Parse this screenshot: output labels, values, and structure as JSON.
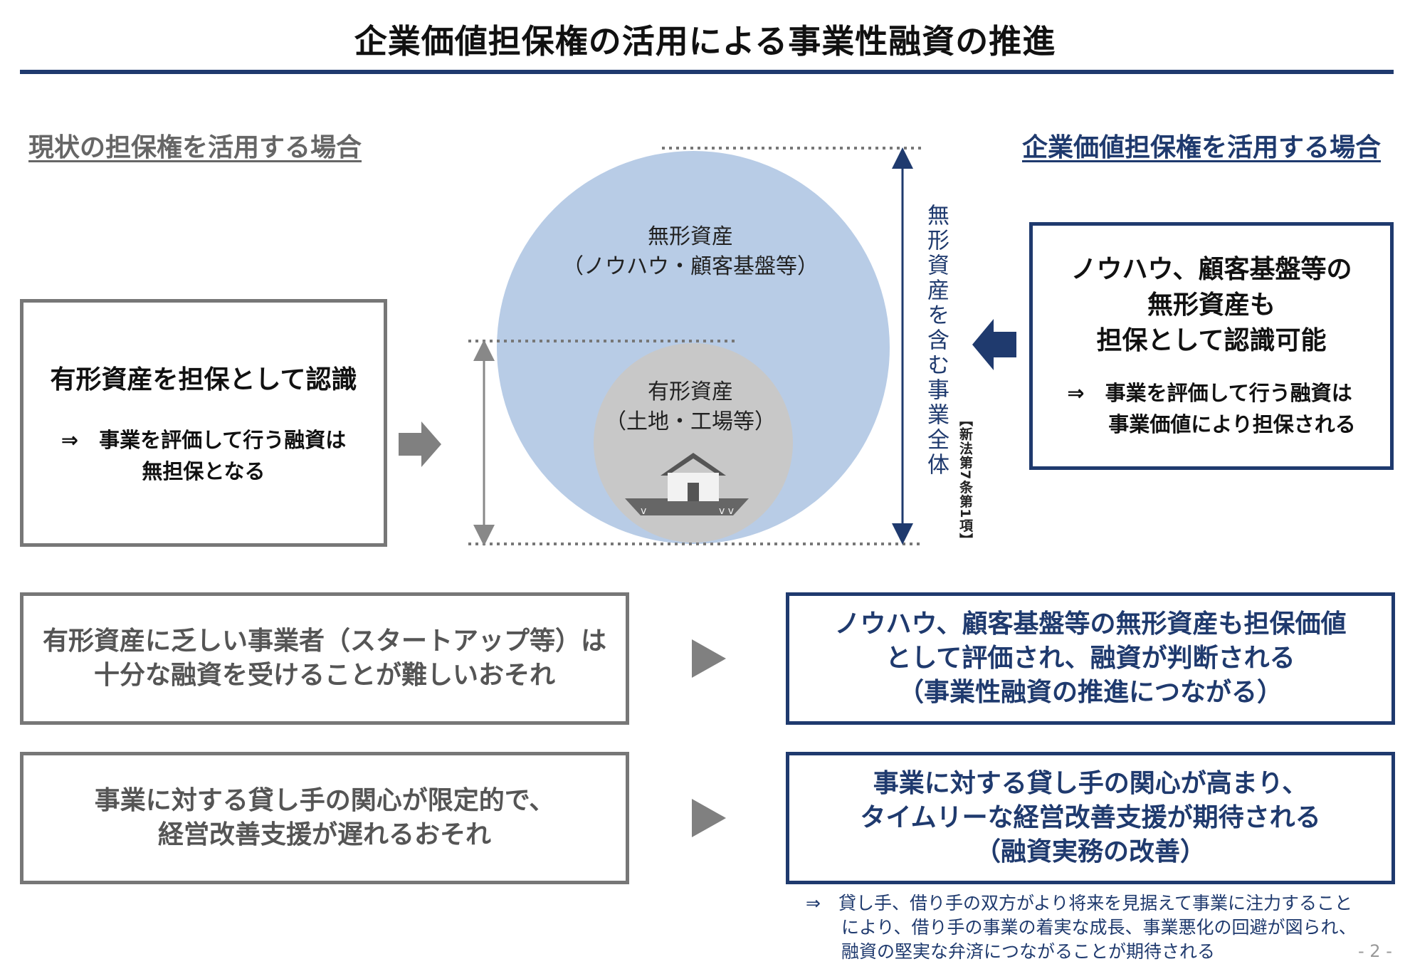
{
  "title": "企業価値担保権の活用による事業性融資の推進",
  "left_section": {
    "heading": "現状の担保権を活用する場合",
    "box_title": "有形資産を担保として認識",
    "box_note_line1": "⇒　事業を評価して行う融資は",
    "box_note_line2": "無担保となる"
  },
  "right_section": {
    "heading": "企業価値担保権を活用する場合",
    "box_title_line1": "ノウハウ、顧客基盤等の",
    "box_title_line2": "無形資産も",
    "box_title_line3": "担保として認識可能",
    "box_note_line1": "⇒　事業を評価して行う融資は",
    "box_note_line2": "事業価値により担保される"
  },
  "diagram": {
    "intangible_label": "無形資産",
    "intangible_sub": "（ノウハウ・顧客基盤等）",
    "tangible_label": "有形資産",
    "tangible_sub": "（土地・工場等）",
    "vertical_label": "無形資産を含む事業全体",
    "vertical_ref": "【新法第7条第1項】",
    "colors": {
      "big_circle": "#b8cce6",
      "small_circle": "#c8c8c8",
      "navy": "#1f3a6e",
      "gray_arrow": "#808080"
    },
    "icons": [
      "house-icon",
      "right-arrow-icon",
      "left-arrow-icon"
    ]
  },
  "rows": [
    {
      "left_line1": "有形資産に乏しい事業者（スタートアップ等）は",
      "left_line2": "十分な融資を受けることが難しいおそれ",
      "right_line1": "ノウハウ、顧客基盤等の無形資産も担保価値",
      "right_line2": "として評価され、融資が判断される",
      "right_line3": "（事業性融資の推進につながる）"
    },
    {
      "left_line1": "事業に対する貸し手の関心が限定的で、",
      "left_line2": "経営改善支援が遅れるおそれ",
      "right_line1": "事業に対する貸し手の関心が高まり、",
      "right_line2": "タイムリーな経営改善支援が期待される",
      "right_line3": "（融資実務の改善）"
    }
  ],
  "footnote": {
    "line1": "⇒　貸し手、借り手の双方がより将来を見据えて事業に注力すること",
    "line2": "により、借り手の事業の着実な成長、事業悪化の回避が図られ、",
    "line3": "融資の堅実な弁済につながることが期待される"
  },
  "page_number": "- 2 -"
}
